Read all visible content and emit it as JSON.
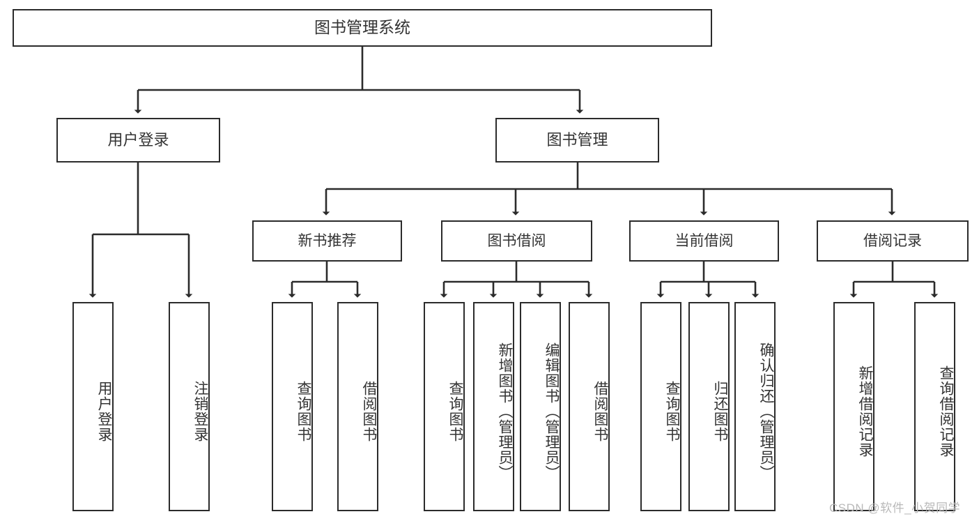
{
  "diagram": {
    "type": "tree-hierarchy-chart",
    "title": "图书管理系统",
    "root": {
      "label": "图书管理系统"
    },
    "branches": [
      {
        "label": "用户登录"
      },
      {
        "label": "图书管理"
      }
    ],
    "categories": [
      {
        "label": "新书推荐"
      },
      {
        "label": "图书借阅"
      },
      {
        "label": "当前借阅"
      },
      {
        "label": "借阅记录"
      }
    ],
    "leaves": {
      "user_login": [
        {
          "label": "用户登录"
        },
        {
          "label": "注销登录"
        }
      ],
      "new_book_recommend": [
        {
          "label": "查询图书"
        },
        {
          "label": "借阅图书"
        }
      ],
      "book_borrow": [
        {
          "label": "查询图书"
        },
        {
          "label": "新增图书（管理员）"
        },
        {
          "label": "编辑图书（管理员）"
        },
        {
          "label": "借阅图书"
        }
      ],
      "current_borrow": [
        {
          "label": "查询图书"
        },
        {
          "label": "归还图书"
        },
        {
          "label": "确认归还（管理员）"
        }
      ],
      "borrow_record": [
        {
          "label": "新增借阅记录"
        },
        {
          "label": "查询借阅记录"
        }
      ]
    },
    "watermark": "CSDN @软件_小贺同学",
    "colors": {
      "border": "#2b2b2b",
      "text": "#333333",
      "background": "#ffffff",
      "watermark": "#b9b9b9"
    }
  }
}
